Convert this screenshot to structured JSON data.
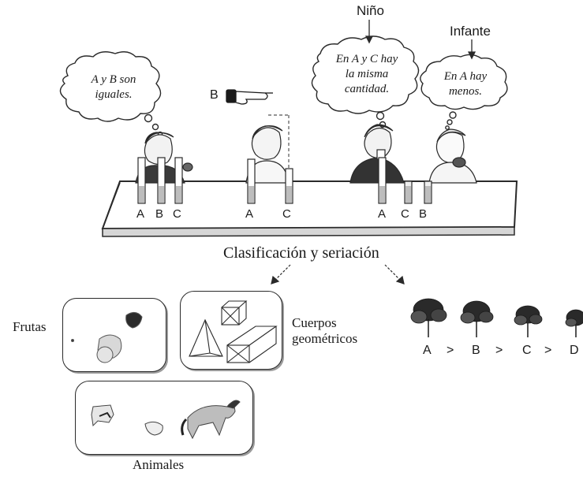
{
  "speakers": {
    "nino": "Niño",
    "infante": "Infante"
  },
  "bubbles": {
    "left": [
      "A y B son",
      "iguales."
    ],
    "nino": [
      "En A y C hay",
      "la misma",
      "cantidad."
    ],
    "infante": [
      "En A hay",
      "menos."
    ]
  },
  "pointer_label": "B",
  "table_labels": {
    "group1": [
      "A",
      "B",
      "C"
    ],
    "group2": [
      "A",
      "C"
    ],
    "group3": [
      "A",
      "C",
      "B"
    ]
  },
  "main_title": "Clasificación y seriación",
  "classification": {
    "frutas": "Frutas",
    "cuerpos": [
      "Cuerpos",
      "geométricos"
    ],
    "animales": "Animales"
  },
  "seriation": {
    "trees": [
      "A",
      "B",
      "C",
      "D"
    ],
    "symbol": ">"
  }
}
